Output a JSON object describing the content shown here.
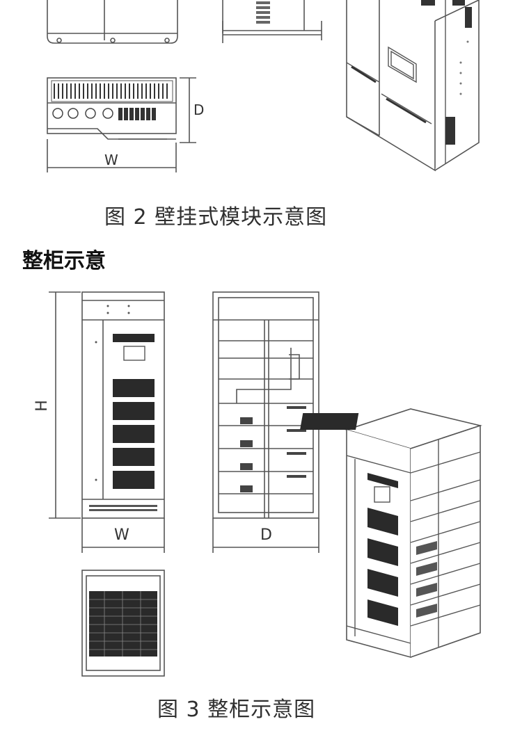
{
  "figure2": {
    "caption": "图 2 壁挂式模块示意图",
    "dim_depth": "D",
    "dim_width": "W"
  },
  "section": {
    "title": "整柜示意"
  },
  "figure3": {
    "caption": "图 3 整柜示意图",
    "dim_height": "H",
    "dim_width": "W",
    "dim_depth": "D"
  }
}
